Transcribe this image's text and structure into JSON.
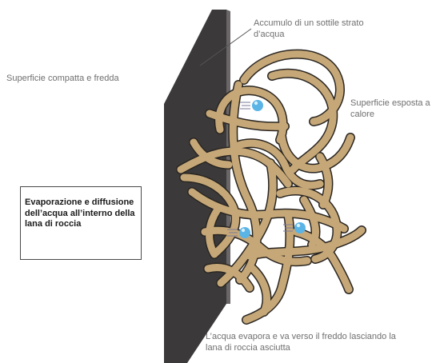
{
  "labels": {
    "cold_surface": "Superficie compatta e fredda",
    "water_film": "Accumulo di un sottile strato d’acqua",
    "hot_surface": "Superficie esposta a calore",
    "callout": "Evaporazione e diffusione dell’acqua all’interno della lana di roccia",
    "result": "L’acqua evapora e va verso il freddo lasciando la lana di roccia asciutta"
  },
  "colors": {
    "panel": "#3b393a",
    "fiber": "#c6a878",
    "fiber_outline": "#2a2622",
    "droplet": "#5ab4e6",
    "label_text": "#6f6f6f"
  },
  "icons": [
    "water-droplet-icon",
    "water-droplet-icon",
    "water-droplet-icon"
  ]
}
